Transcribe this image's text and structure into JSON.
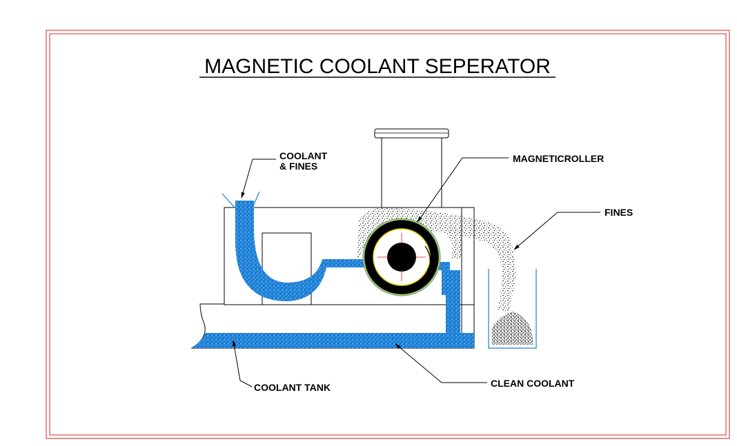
{
  "title": "MAGNETIC COOLANT SEPERATOR",
  "labels": {
    "coolant_fines_line1": "COOLANT",
    "coolant_fines_line2": "& FINES",
    "magnetic_roller": "MAGNETICROLLER",
    "fines": "FINES",
    "coolant_tank": "COOLANT TANK",
    "clean_coolant": "CLEAN COOLANT"
  },
  "colors": {
    "border": "#d4241c",
    "coolant": "#1a7fd6",
    "roller_ring": "#000000",
    "roller_rim": "#e8d800",
    "crosshair": "#e01010"
  }
}
